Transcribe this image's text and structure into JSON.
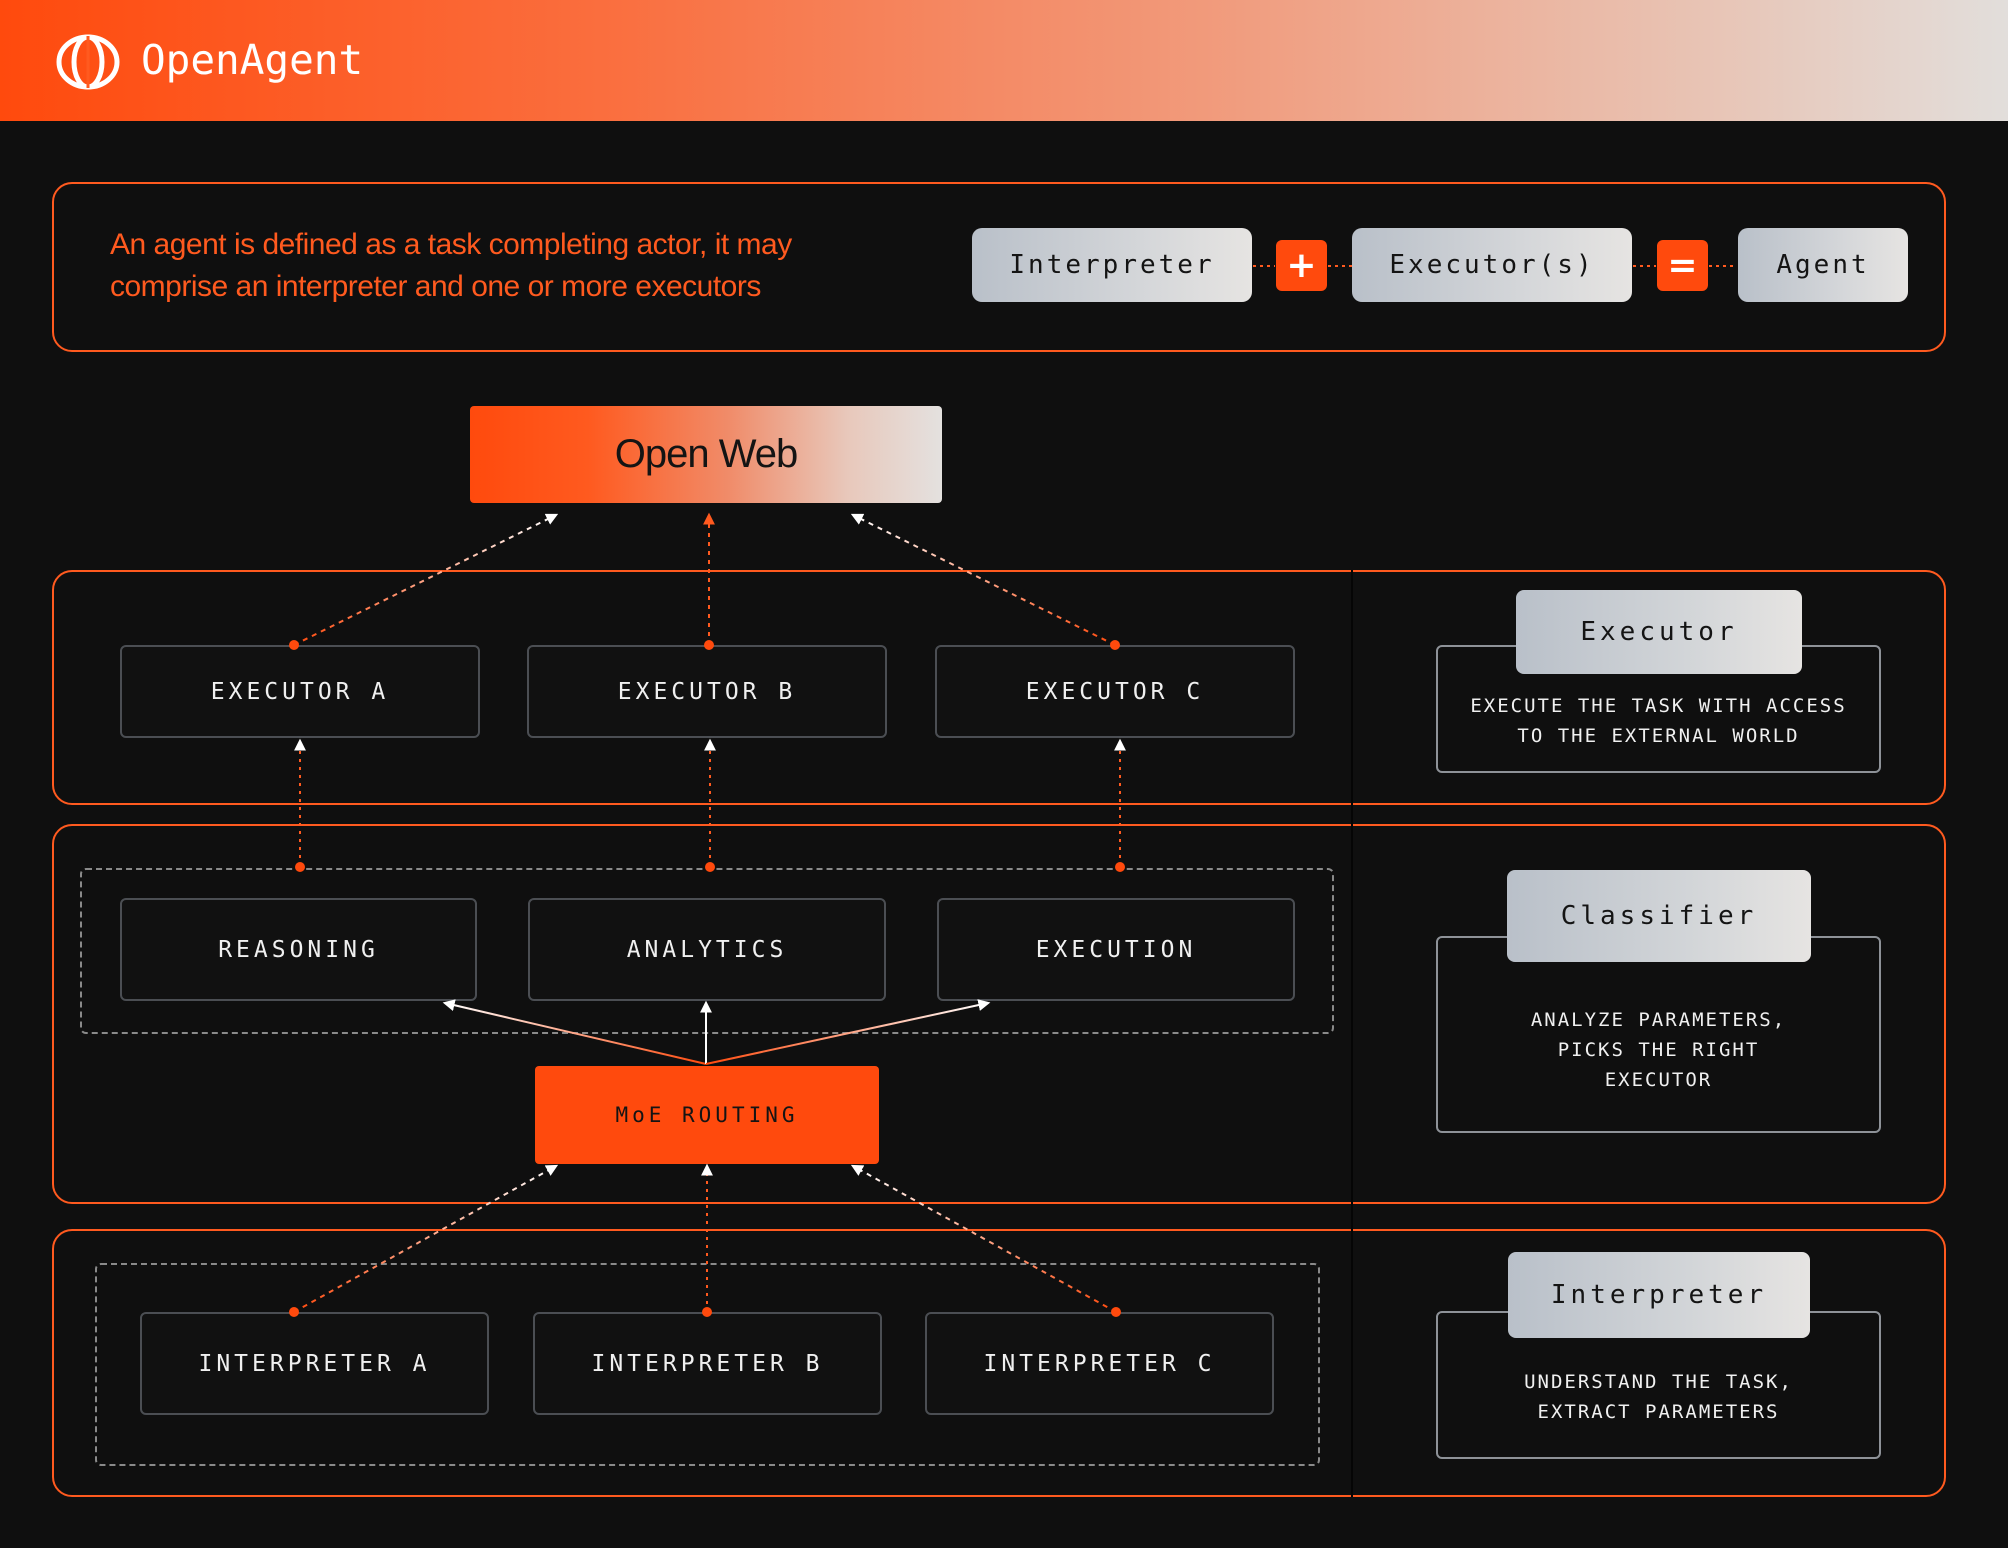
{
  "header": {
    "brand": "OpenAgent",
    "logo_icon": "openagent-logo-icon"
  },
  "definition": {
    "text": "An agent is defined as a task completing actor, it may comprise an interpreter and one or more executors",
    "equation": {
      "term1": "Interpreter",
      "plus": "+",
      "term2": "Executor(s)",
      "equals": "=",
      "result": "Agent"
    }
  },
  "open_web": {
    "label": "Open Web"
  },
  "executors": [
    "EXECUTOR A",
    "EXECUTOR B",
    "EXECUTOR C"
  ],
  "classes": [
    "REASONING",
    "ANALYTICS",
    "EXECUTION"
  ],
  "router": {
    "label": "MoE ROUTING"
  },
  "interpreters": [
    "INTERPRETER A",
    "INTERPRETER B",
    "INTERPRETER C"
  ],
  "legend": {
    "executor": {
      "title": "Executor",
      "description": "EXECUTE THE TASK WITH ACCESS TO THE EXTERNAL WORLD"
    },
    "classifier": {
      "title": "Classifier",
      "description": "ANALYZE PARAMETERS, PICKS THE RIGHT EXECUTOR"
    },
    "interpreter": {
      "title": "Interpreter",
      "description": "UNDERSTAND THE TASK, EXTRACT PARAMETERS"
    }
  },
  "colors": {
    "accent": "#ff4a0d",
    "background": "#0f0f0f",
    "chip": "#c9ced4"
  }
}
